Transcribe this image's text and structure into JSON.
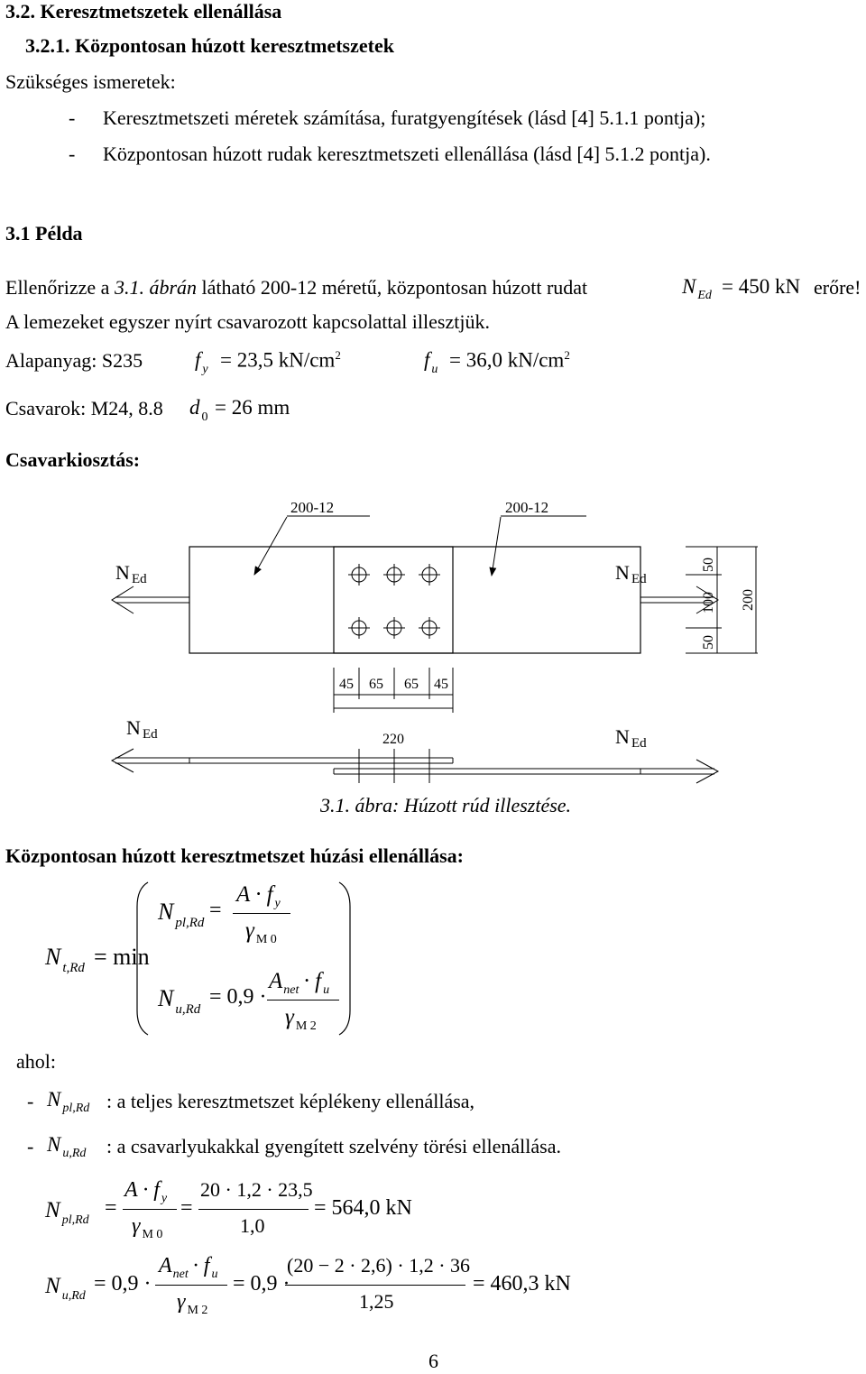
{
  "section_title": "3.2. Keresztmetszetek ellenállása",
  "subsection_title": "3.2.1.  Központosan húzott keresztmetszetek",
  "prereq_label": "Szükséges ismeretek:",
  "prereq_items": [
    "Keresztmetszeti méretek számítása, furatgyengítések (lásd [4] 5.1.1 pontja);",
    "Központosan húzott rudak keresztmetszeti ellenállása (lásd [4] 5.1.2 pontja)."
  ],
  "bullet": "-",
  "example_title": "3.1 Példa",
  "task": {
    "p1_a": "Ellenőrizze a ",
    "p1_ref": "3.1. ábrán",
    "p1_b": " látható 200-12 méretű, központosan húzott rudat",
    "ned_N": "N",
    "ned_sub": "Ed",
    "ned_value": "= 450 kN",
    "p1_end": "erőre!",
    "p2": "A lemezeket egyszer nyírt csavarozott kapcsolattal illesztjük."
  },
  "material": {
    "label": "Alapanyag: S235",
    "fy": "f",
    "fy_sub": "y",
    "fy_value": "= 23,5 kN/cm",
    "fy_exp": "2",
    "fu": "f",
    "fu_sub": "u",
    "fu_value": "= 36,0 kN/cm",
    "fu_exp": "2"
  },
  "bolts": {
    "label": "Csavarok: M24, 8.8",
    "d0": "d",
    "d0_sub": "0",
    "d0_value": "= 26 mm"
  },
  "layout_label": "Csavarkiosztás:",
  "figure": {
    "plate_left_label": "200-12",
    "plate_right_label": "200-12",
    "force_N": "N",
    "force_sub": "Ed",
    "dim_right": [
      "50",
      "100",
      "50"
    ],
    "dim_total_right": "200",
    "dim_bottom": [
      "45",
      "65",
      "65",
      "45"
    ],
    "dim_total_bottom": "220",
    "caption": "3.1. ábra: Húzott rúd illesztése."
  },
  "resistance_heading": "Központosan húzott keresztmetszet húzási ellenállása:",
  "formula": {
    "Nt_N": "N",
    "Nt_sub": "t,Rd",
    "eq_min": "= min",
    "Npl_N": "N",
    "Npl_sub": "pl,Rd",
    "eq": "=",
    "A_fy": "A · f",
    "fy_sub": "y",
    "gammaM0": "γ",
    "gammaM0_sub": "M 0",
    "Nu_N": "N",
    "Nu_sub": "u,Rd",
    "eq_09": "= 0,9 ·",
    "Anet_fu": "A",
    "Anet_sub": "net",
    "dot_fu": " · f",
    "fu_sub": "u",
    "gammaM2": "γ",
    "gammaM2_sub": "M 2"
  },
  "ahol_label": "ahol:",
  "defs": [
    {
      "N": "N",
      "sub": "pl,Rd",
      "text": ": a teljes keresztmetszet képlékeny ellenállása,"
    },
    {
      "N": "N",
      "sub": "u,Rd",
      "text": ": a csavarlyukakkal gyengített szelvény törési ellenállása."
    }
  ],
  "calc1": {
    "N": "N",
    "sub": "pl,Rd",
    "eq1": "=",
    "num1": "A · f",
    "num1_sub": "y",
    "den1": "γ",
    "den1_sub": "M 0",
    "eq2": "=",
    "num2": "20 · 1,2 · 23,5",
    "den2": "1,0",
    "result": "= 564,0 kN"
  },
  "calc2": {
    "N": "N",
    "sub": "u,Rd",
    "eq1": "= 0,9 ·",
    "num1": "A",
    "num1_sub": "net",
    "num1_b": " · f",
    "num1_sub2": "u",
    "den1": "γ",
    "den1_sub": "M 2",
    "eq2": "= 0,9 ·",
    "num2": "(20 − 2 · 2,6) · 1,2 · 36",
    "den2": "1,25",
    "result": "= 460,3 kN"
  },
  "page_number": "6"
}
